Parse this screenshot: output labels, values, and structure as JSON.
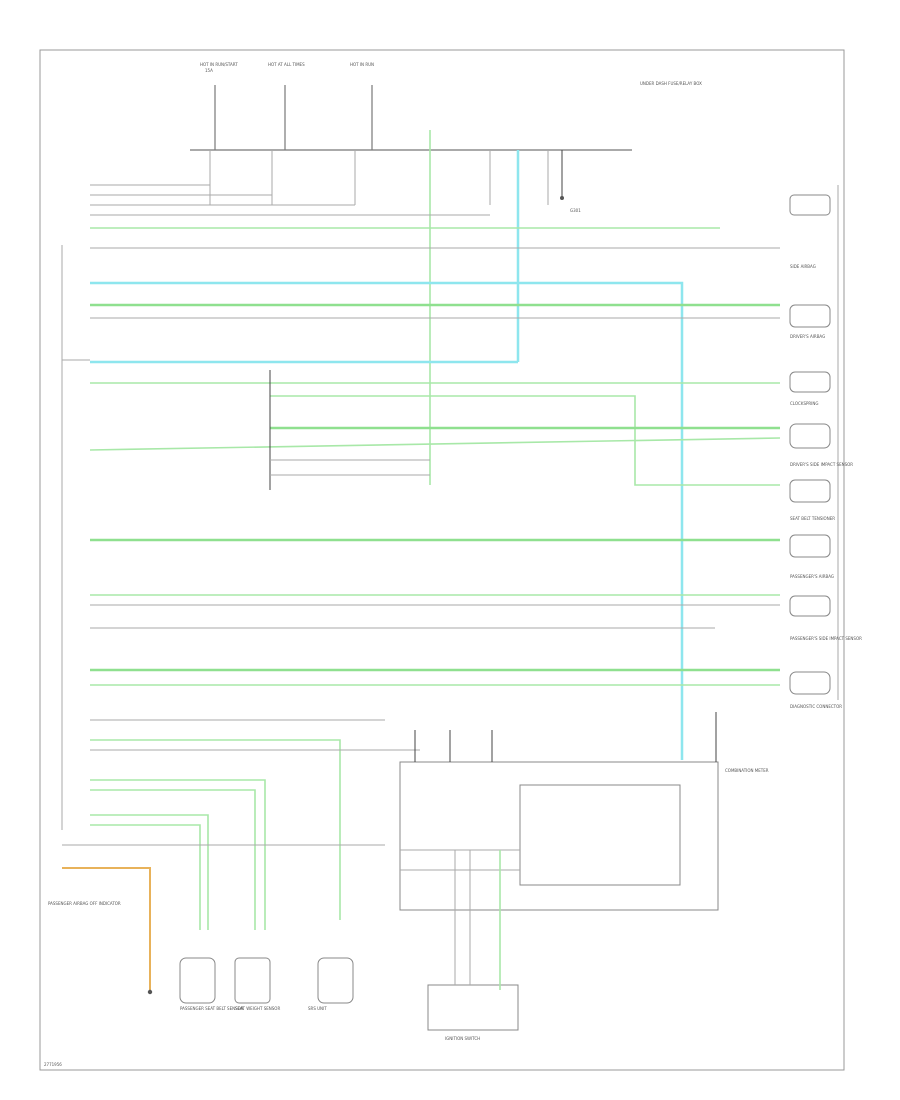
{
  "diagram": {
    "footer_code": "2771956",
    "labels": {
      "fuse_rf": "HOT IN RUN/START",
      "fuse_rf_value": "15A",
      "fuse_mid": "HOT AT ALL TIMES",
      "fuse_right": "HOT IN RUN",
      "under_dash": "UNDER DASH FUSE/RELAY BOX",
      "ground": "G301",
      "module": "COMBINATION METER",
      "switch_box": "IGNITION SWITCH",
      "passenger": "PASSENGER AIRBAG OFF INDICATOR",
      "bottom_c1": "PASSENGER SEAT BELT SENSOR",
      "bottom_c2": "SEAT WEIGHT SENSOR",
      "bottom_c3": "SRS UNIT",
      "right_comps": [
        "SIDE AIRBAG",
        "DRIVER'S AIRBAG",
        "CLOCKSPRING",
        "DRIVER'S SIDE IMPACT SENSOR",
        "SEAT BELT TENSIONER",
        "PASSENGER'S AIRBAG",
        "PASSENGER'S SIDE IMPACT SENSOR",
        "DIAGNOSTIC CONNECTOR"
      ]
    }
  }
}
